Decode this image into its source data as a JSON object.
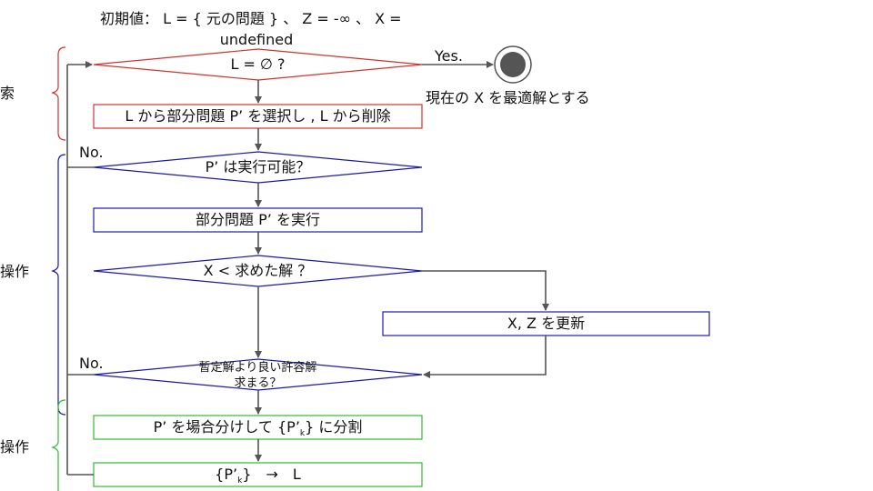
{
  "header": {
    "initial_line1": "初期値： L = { 元の問題 } 、 Z = -∞ 、 X =",
    "initial_line2": "undefined"
  },
  "phases": {
    "search": "索",
    "operate1": "操作",
    "operate2": "操作"
  },
  "nodes": {
    "check_empty": "L = ∅ ?",
    "select": "L から部分問題 P’ を選択し , L から削除",
    "feasible": "P’ は実行可能？",
    "execute": "部分問題 P’ を実行",
    "compare": "X <  求めた解 ？",
    "update": "X, Z を更新",
    "better_line1": "暫定解より良い許容解",
    "better_line2": "求まる？",
    "split_pre": "P’ を場合分けして {P’",
    "split_sub": "k",
    "split_post": "} に分割",
    "push_pre": "{P’",
    "push_sub": "k",
    "push_post": "}　→　L"
  },
  "edges": {
    "yes": "Yes.",
    "no1": "No.",
    "no2": "No."
  },
  "terminal": {
    "result": "現在の X を最適解とする"
  },
  "colors": {
    "red": "#d0342c",
    "blue": "#1a1aa8",
    "green": "#33bb33",
    "arrow": "#555555"
  }
}
